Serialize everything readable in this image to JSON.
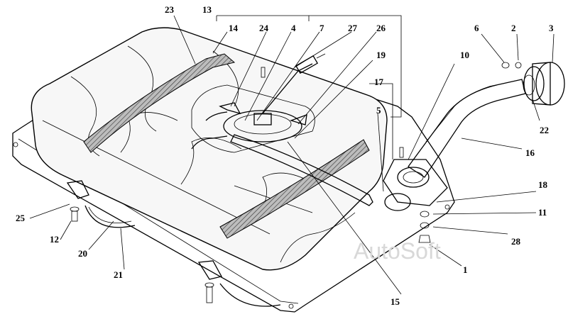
{
  "diagram": {
    "watermark": "AutoSoft",
    "callouts": [
      {
        "id": "c1",
        "label": "1"
      },
      {
        "id": "c2",
        "label": "2"
      },
      {
        "id": "c3",
        "label": "3"
      },
      {
        "id": "c4",
        "label": "4"
      },
      {
        "id": "c5",
        "label": "5"
      },
      {
        "id": "c6",
        "label": "6"
      },
      {
        "id": "c7",
        "label": "7"
      },
      {
        "id": "c10",
        "label": "10"
      },
      {
        "id": "c11",
        "label": "11"
      },
      {
        "id": "c12",
        "label": "12"
      },
      {
        "id": "c13",
        "label": "13"
      },
      {
        "id": "c14",
        "label": "14"
      },
      {
        "id": "c15",
        "label": "15"
      },
      {
        "id": "c16",
        "label": "16"
      },
      {
        "id": "c17",
        "label": "17"
      },
      {
        "id": "c18",
        "label": "18"
      },
      {
        "id": "c19",
        "label": "19"
      },
      {
        "id": "c20",
        "label": "20"
      },
      {
        "id": "c21",
        "label": "21"
      },
      {
        "id": "c22",
        "label": "22"
      },
      {
        "id": "c23",
        "label": "23"
      },
      {
        "id": "c24",
        "label": "24"
      },
      {
        "id": "c25",
        "label": "25"
      },
      {
        "id": "c26",
        "label": "26"
      },
      {
        "id": "c27",
        "label": "27"
      },
      {
        "id": "c28",
        "label": "28"
      }
    ]
  }
}
